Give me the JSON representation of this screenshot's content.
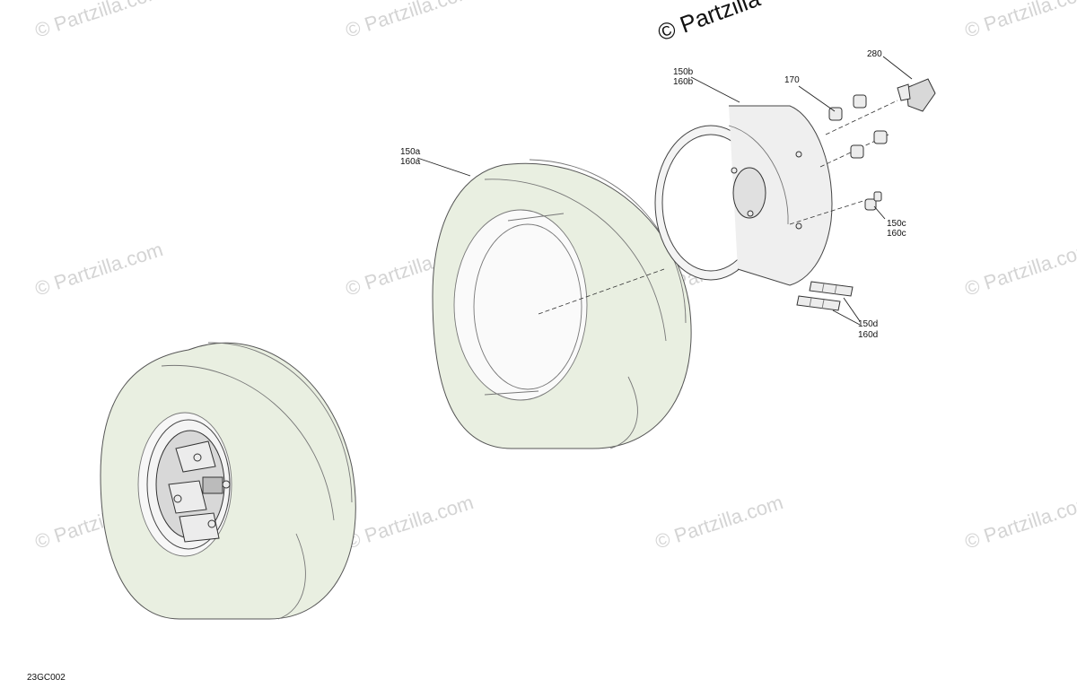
{
  "watermark": {
    "main_text": "© Partzilla",
    "repeat_text": "© Partzilla.com"
  },
  "callouts": {
    "c280": "280",
    "c170": "170",
    "c150b": "150b",
    "c160b": "160b",
    "c150a": "150a",
    "c160a": "160a",
    "c150c": "150c",
    "c160c": "160c",
    "c150d": "150d",
    "c160d": "160d"
  },
  "diagram_code": "23GC002"
}
